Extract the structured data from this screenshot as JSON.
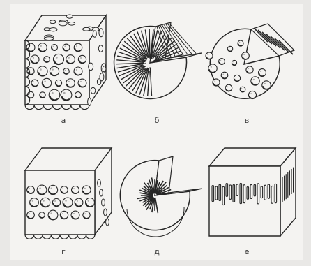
{
  "panels": [
    {
      "id": "a",
      "label": "а"
    },
    {
      "id": "b",
      "label": "б"
    },
    {
      "id": "v",
      "label": "в"
    },
    {
      "id": "g",
      "label": "г"
    },
    {
      "id": "d",
      "label": "д"
    },
    {
      "id": "e",
      "label": "е"
    }
  ],
  "colors": {
    "paper": "#f4f3f1",
    "ink": "#262626",
    "background": "#e9e8e6"
  }
}
